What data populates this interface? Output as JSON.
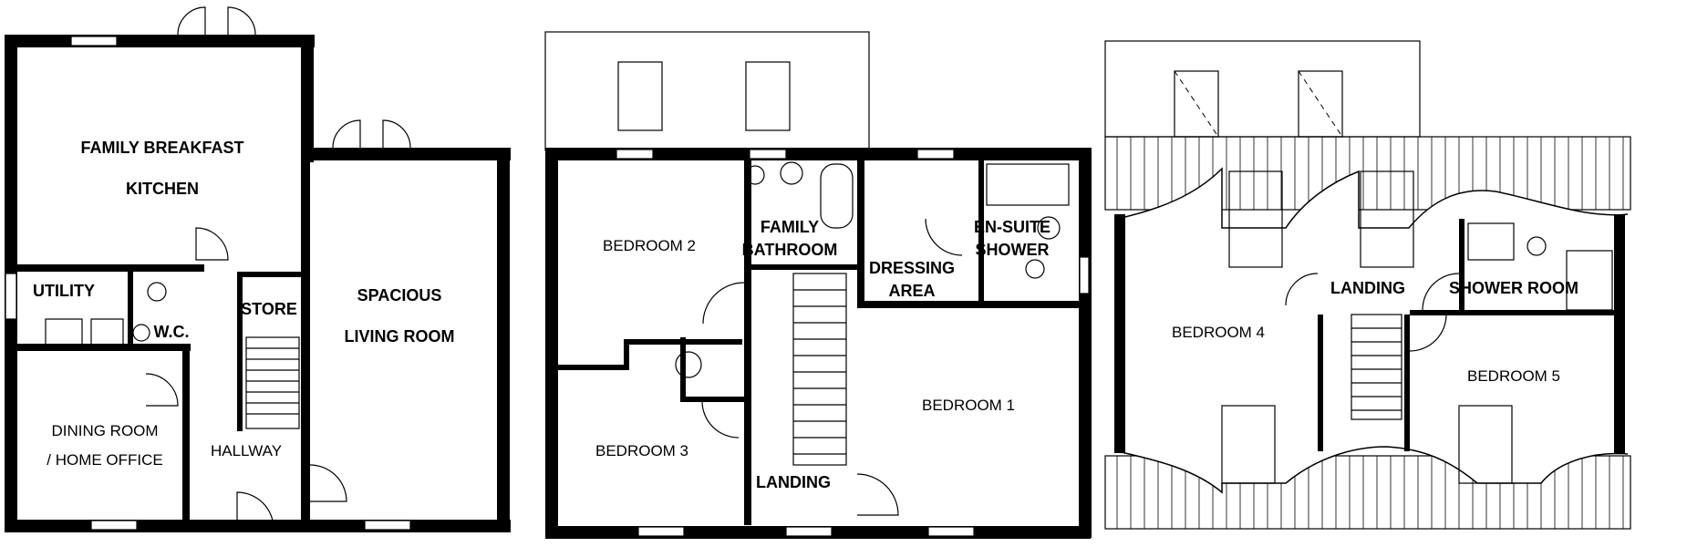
{
  "ground_floor": {
    "kitchen": "FAMILY BREAKFAST",
    "kitchen_2": "KITCHEN",
    "utility": "UTILITY",
    "wc": "W.C.",
    "store": "STORE",
    "living": "SPACIOUS",
    "living_2": "LIVING ROOM",
    "dining": "DINING ROOM",
    "dining_2": "/ HOME OFFICE",
    "hallway": "HALLWAY"
  },
  "first_floor": {
    "bedroom2": "BEDROOM  2",
    "bathroom": "FAMILY",
    "bathroom_2": "BATHROOM",
    "dressing": "DRESSING",
    "dressing_2": "AREA",
    "ensuite": "EN-SUITE",
    "ensuite_2": "SHOWER",
    "bedroom3": "BEDROOM 3",
    "bedroom1": "BEDROOM  1",
    "landing": "LANDING"
  },
  "second_floor": {
    "bedroom4": "BEDROOM  4",
    "landing": "LANDING",
    "shower_room": "SHOWER ROOM",
    "bedroom5": "BEDROOM  5"
  }
}
